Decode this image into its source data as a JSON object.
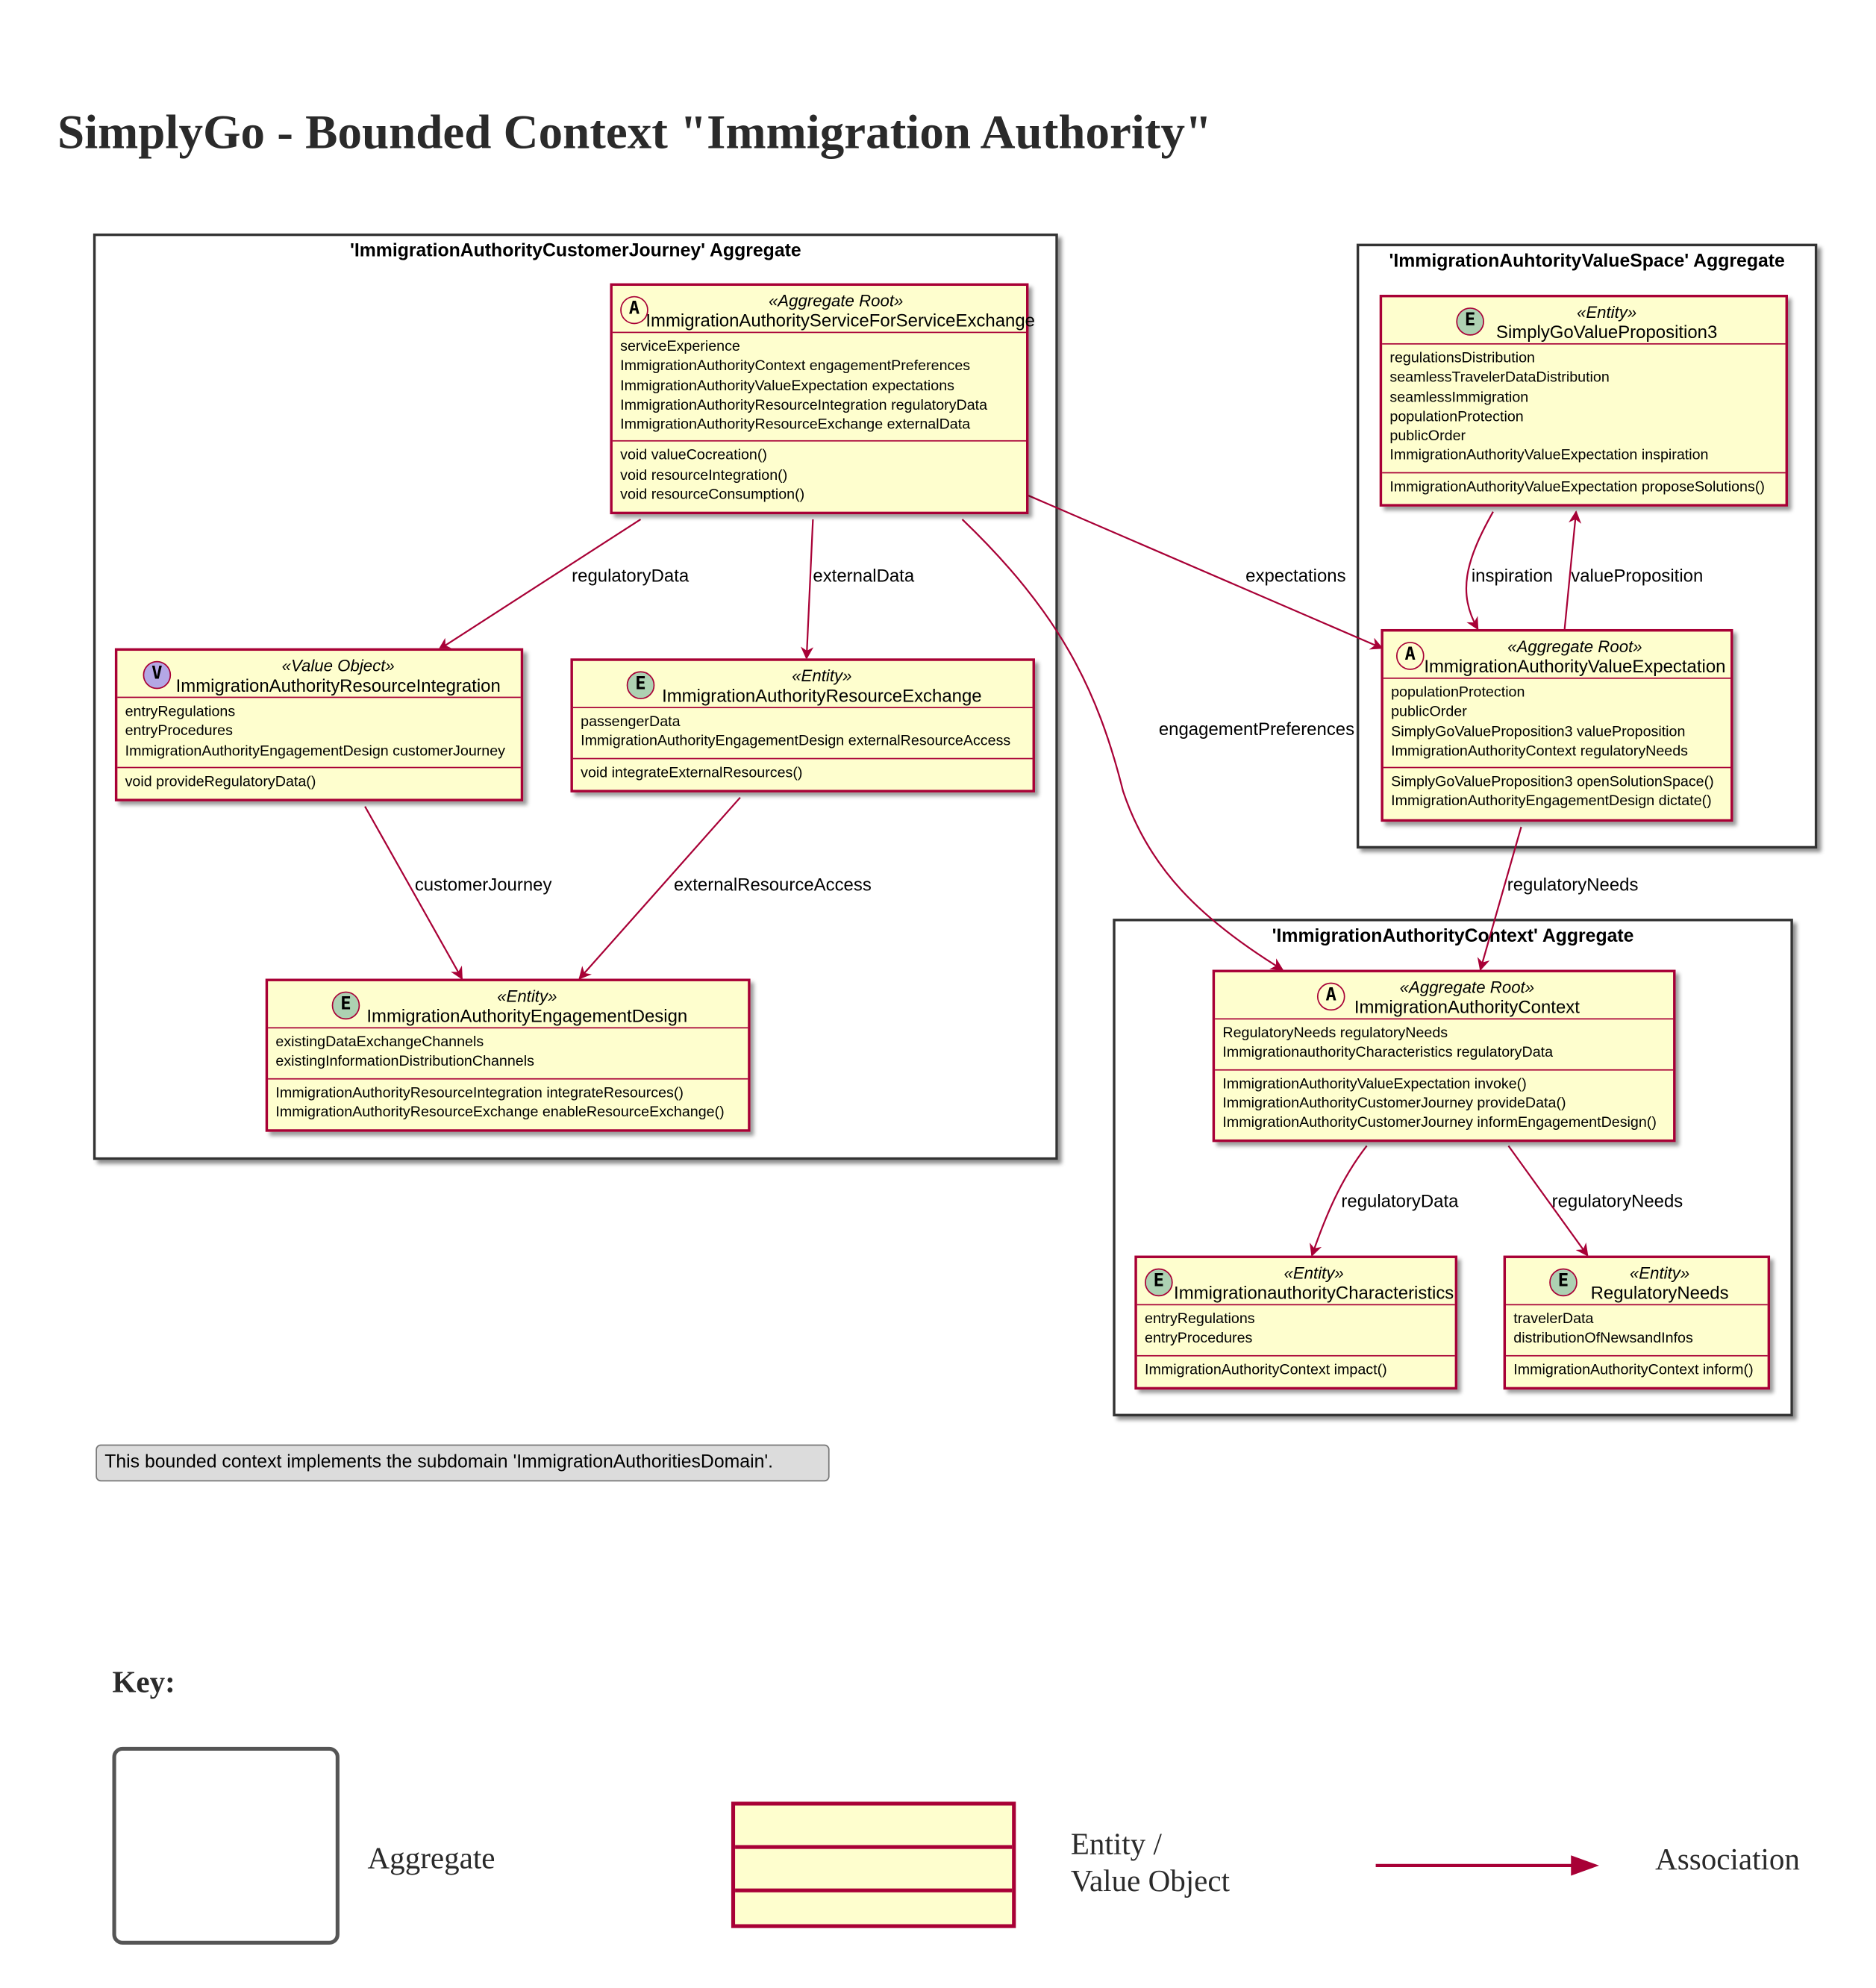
{
  "title": "SimplyGo - Bounded Context \"Immigration Authority\"",
  "colors": {
    "class_fill": "#FEFECE",
    "class_border": "#A80036",
    "entity_badge": "#ADD1B2",
    "value_object_badge": "#B4A7E5",
    "arrow": "#A80036"
  },
  "aggregates": {
    "customer_journey": {
      "title": "'ImmigrationAuthorityCustomerJourney' Aggregate"
    },
    "value_space": {
      "title": "'ImmigrationAuhtorityValueSpace' Aggregate"
    },
    "context": {
      "title": "'ImmigrationAuthorityContext' Aggregate"
    }
  },
  "classes": {
    "service_exchange": {
      "badge": "A",
      "stereotype": "«Aggregate Root»",
      "name": "ImmigrationAuthorityServiceForServiceExchange",
      "attributes": [
        "serviceExperience",
        "ImmigrationAuthorityContext engagementPreferences",
        "ImmigrationAuthorityValueExpectation expectations",
        "ImmigrationAuthorityResourceIntegration regulatoryData",
        "ImmigrationAuthorityResourceExchange externalData"
      ],
      "operations": [
        "void valueCocreation()",
        "void resourceIntegration()",
        "void resourceConsumption()"
      ]
    },
    "resource_integration": {
      "badge": "V",
      "stereotype": "«Value Object»",
      "name": "ImmigrationAuthorityResourceIntegration",
      "attributes": [
        "entryRegulations",
        "entryProcedures",
        "ImmigrationAuthorityEngagementDesign customerJourney"
      ],
      "operations": [
        "void provideRegulatoryData()"
      ]
    },
    "resource_exchange": {
      "badge": "E",
      "stereotype": "«Entity»",
      "name": "ImmigrationAuthorityResourceExchange",
      "attributes": [
        "passengerData",
        "ImmigrationAuthorityEngagementDesign externalResourceAccess"
      ],
      "operations": [
        "void integrateExternalResources()"
      ]
    },
    "engagement_design": {
      "badge": "E",
      "stereotype": "«Entity»",
      "name": "ImmigrationAuthorityEngagementDesign",
      "attributes": [
        "existingDataExchangeChannels",
        "existingInformationDistributionChannels"
      ],
      "operations": [
        "ImmigrationAuthorityResourceIntegration integrateResources()",
        "ImmigrationAuthorityResourceExchange enableResourceExchange()"
      ]
    },
    "value_proposition3": {
      "badge": "E",
      "stereotype": "«Entity»",
      "name": "SimplyGoValueProposition3",
      "attributes": [
        "regulationsDistribution",
        "seamlessTravelerDataDistribution",
        "seamlessImmigration",
        "populationProtection",
        "publicOrder",
        "ImmigrationAuthorityValueExpectation inspiration"
      ],
      "operations": [
        "ImmigrationAuthorityValueExpectation proposeSolutions()"
      ]
    },
    "value_expectation": {
      "badge": "A",
      "stereotype": "«Aggregate Root»",
      "name": "ImmigrationAuthorityValueExpectation",
      "attributes": [
        "populationProtection",
        "publicOrder",
        "SimplyGoValueProposition3 valueProposition",
        "ImmigrationAuthorityContext regulatoryNeeds"
      ],
      "operations": [
        "SimplyGoValueProposition3 openSolutionSpace()",
        "ImmigrationAuthorityEngagementDesign dictate()"
      ]
    },
    "authority_context": {
      "badge": "A",
      "stereotype": "«Aggregate Root»",
      "name": "ImmigrationAuthorityContext",
      "attributes": [
        "RegulatoryNeeds regulatoryNeeds",
        "ImmigrationauthorityCharacteristics regulatoryData"
      ],
      "operations": [
        "ImmigrationAuthorityValueExpectation invoke()",
        "ImmigrationAuthorityCustomerJourney provideData()",
        "ImmigrationAuthorityCustomerJourney informEngagementDesign()"
      ]
    },
    "characteristics": {
      "badge": "E",
      "stereotype": "«Entity»",
      "name": "ImmigrationauthorityCharacteristics",
      "attributes": [
        "entryRegulations",
        "entryProcedures"
      ],
      "operations": [
        "ImmigrationAuthorityContext impact()"
      ]
    },
    "regulatory_needs": {
      "badge": "E",
      "stereotype": "«Entity»",
      "name": "RegulatoryNeeds",
      "attributes": [
        "travelerData",
        "distributionOfNewsandInfos"
      ],
      "operations": [
        "ImmigrationAuthorityContext inform()"
      ]
    }
  },
  "edge_labels": {
    "regulatoryData": "regulatoryData",
    "externalData": "externalData",
    "expectations": "expectations",
    "engagementPreferences": "engagementPreferences",
    "customerJourney": "customerJourney",
    "externalResourceAccess": "externalResourceAccess",
    "inspiration": "inspiration",
    "valueProposition": "valueProposition",
    "regulatoryNeeds": "regulatoryNeeds",
    "ctx_regulatoryData": "regulatoryData",
    "ctx_regulatoryNeeds": "regulatoryNeeds"
  },
  "note": "This bounded context implements the subdomain 'ImmigrationAuthoritiesDomain'.",
  "key": {
    "title": "Key:",
    "aggregate": "Aggregate",
    "entity_line1": "Entity /",
    "entity_line2": "Value Object",
    "association": "Association"
  }
}
